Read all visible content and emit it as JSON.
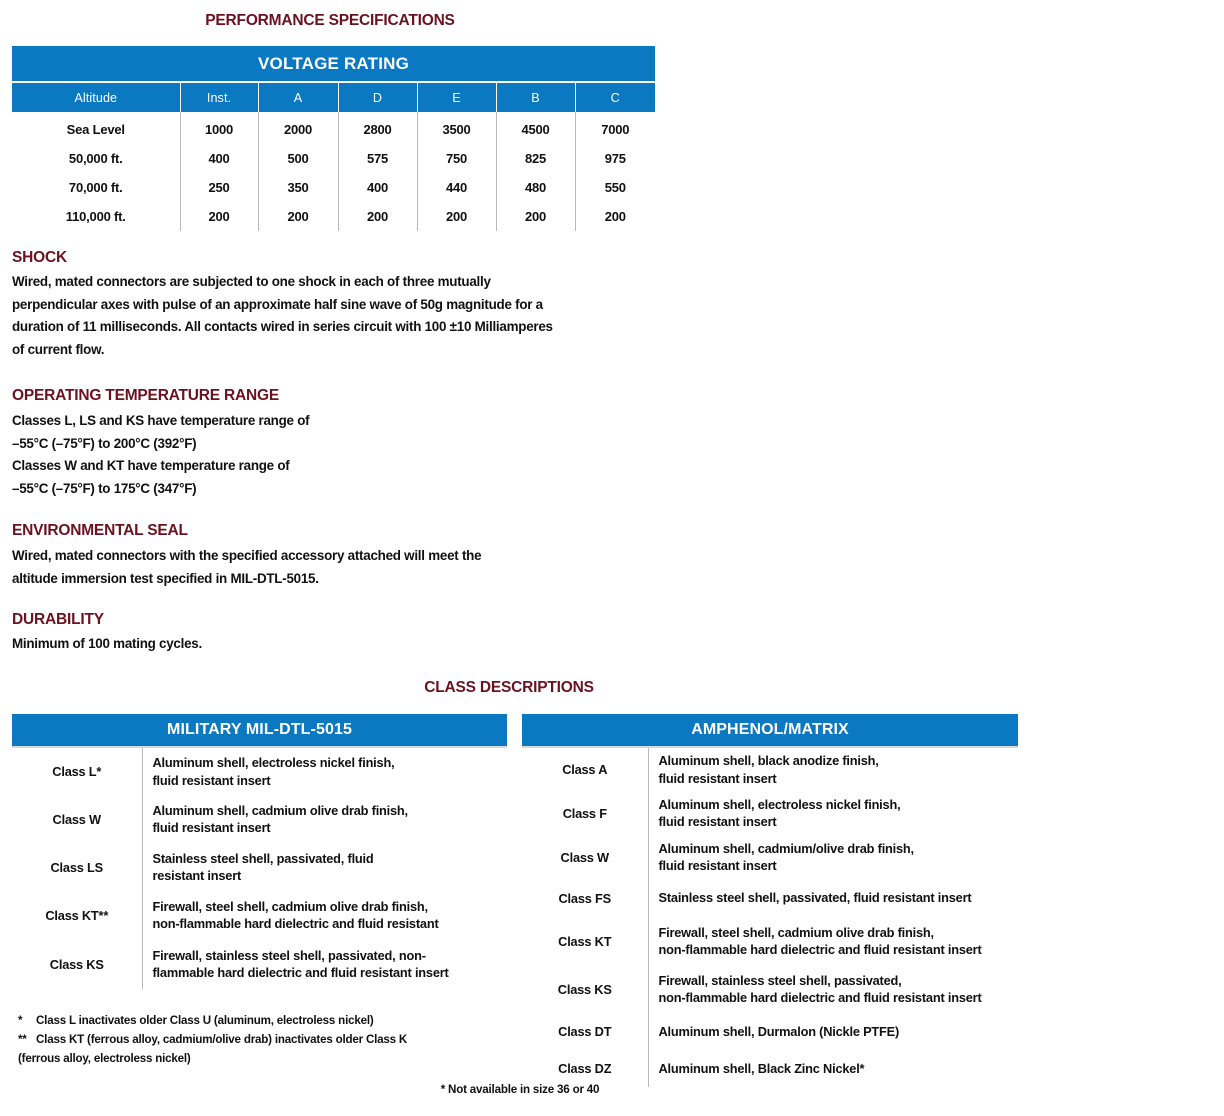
{
  "theme": {
    "heading_color": "#6b1220",
    "table_header_blue": "#0b78c2",
    "body_text_color": "#111111",
    "rule_color": "#b9b9b9"
  },
  "performance": {
    "title": "PERFORMANCE SPECIFICATIONS",
    "voltage_table": {
      "banner": "VOLTAGE RATING",
      "columns": [
        "Altitude",
        "Inst.",
        "A",
        "D",
        "E",
        "B",
        "C"
      ],
      "rows": [
        [
          "Sea Level",
          "1000",
          "2000",
          "2800",
          "3500",
          "4500",
          "7000"
        ],
        [
          "50,000 ft.",
          "400",
          "500",
          "575",
          "750",
          "825",
          "975"
        ],
        [
          "70,000 ft.",
          "250",
          "350",
          "400",
          "440",
          "480",
          "550"
        ],
        [
          "110,000 ft.",
          "200",
          "200",
          "200",
          "200",
          "200",
          "200"
        ]
      ]
    }
  },
  "shock": {
    "title": "SHOCK",
    "lines": [
      "Wired, mated connectors are subjected to one shock in each of three mutually",
      "perpendicular axes with pulse of an approximate half sine wave of 50g magnitude for a",
      "duration of 11 milliseconds. All contacts wired in series circuit with 100 ±10 Milliamperes",
      "of current flow."
    ]
  },
  "operating_temperature": {
    "title": "OPERATING TEMPERATURE RANGE",
    "lines": [
      "Classes L, LS and KS have temperature range of",
      "–55°C (–75°F) to 200°C (392°F)",
      "Classes W and  KT have temperature range of",
      "–55°C (–75°F) to 175°C (347°F)"
    ]
  },
  "environmental_seal": {
    "title": "ENVIRONMENTAL SEAL",
    "lines": [
      "Wired, mated connectors with the specified accessory attached will meet the",
      " altitude immersion test specified in MIL-DTL-5015."
    ]
  },
  "durability": {
    "title": "DURABILITY",
    "lines": [
      "Minimum of 100 mating cycles."
    ]
  },
  "class_descriptions": {
    "title": "CLASS DESCRIPTIONS",
    "military": {
      "banner": "MILITARY MIL-DTL-5015",
      "rows": [
        {
          "class": "Class L*",
          "line1": "Aluminum shell, electroless nickel finish,",
          "line2": "fluid resistant insert"
        },
        {
          "class": "Class W",
          "line1": "Aluminum shell, cadmium olive drab finish,",
          "line2": "fluid resistant insert"
        },
        {
          "class": "Class LS",
          "line1": "Stainless steel shell, passivated, fluid",
          "line2": "resistant insert"
        },
        {
          "class": "Class KT**",
          "line1": "Firewall, steel shell, cadmium olive drab finish,",
          "line2": "non-flammable hard dielectric and fluid resistant"
        },
        {
          "class": "Class KS",
          "line1": "Firewall, stainless steel shell, passivated, non-",
          "line2": "flammable hard dielectric and fluid resistant insert"
        }
      ]
    },
    "amphenol": {
      "banner": "AMPHENOL/MATRIX",
      "rows": [
        {
          "class": "Class A",
          "line1": "Aluminum shell, black anodize finish,",
          "line2": "fluid resistant insert"
        },
        {
          "class": "Class F",
          "line1": "Aluminum shell, electroless nickel finish,",
          "line2": "fluid resistant insert"
        },
        {
          "class": "Class W",
          "line1": "Aluminum shell, cadmium/olive drab finish,",
          "line2": "fluid resistant insert"
        },
        {
          "class": "Class FS",
          "line1": "Stainless steel shell, passivated, fluid resistant insert",
          "line2": ""
        },
        {
          "class": "Class KT",
          "line1": "Firewall, steel shell, cadmium olive drab finish,",
          "line2": "non-flammable hard dielectric and fluid resistant insert"
        },
        {
          "class": "Class KS",
          "line1": "Firewall, stainless steel shell, passivated,",
          "line2": "non-flammable hard dielectric and fluid resistant insert"
        },
        {
          "class": "Class DT",
          "line1": "Aluminum shell, Durmalon (Nickle PTFE)",
          "line2": ""
        },
        {
          "class": "Class DZ",
          "line1": "Aluminum shell, Black Zinc Nickel*",
          "line2": ""
        }
      ]
    }
  },
  "footnotes": {
    "left": [
      {
        "mark": "*",
        "line1": "Class L inactivates older Class U (aluminum, electroless nickel)",
        "line2": ""
      },
      {
        "mark": "**",
        "line1": "Class KT (ferrous alloy, cadmium/olive drab) inactivates older Class K",
        "line2": "(ferrous alloy, electroless nickel)"
      }
    ],
    "bottom_center": "* Not available in size 36 or 40"
  }
}
